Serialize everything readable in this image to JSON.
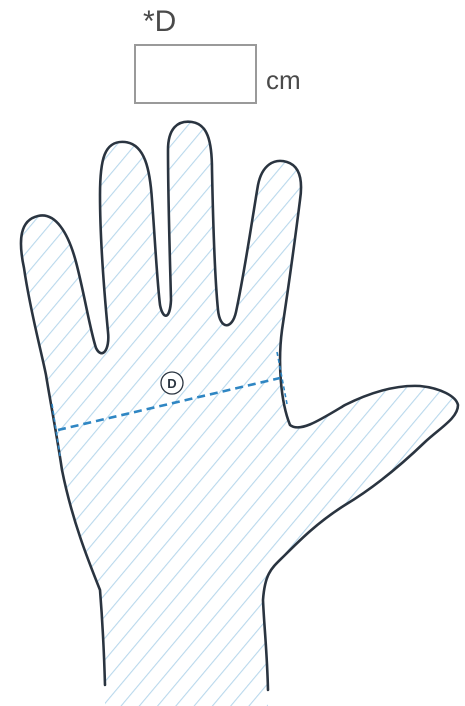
{
  "measurement": {
    "label": "*D",
    "input_value": "",
    "input_placeholder": "",
    "unit": "cm"
  },
  "diagram": {
    "marker_label": "D",
    "hatch_color": "#b9d8ec",
    "outline_color": "#2a3440",
    "measure_line_color": "#2f86c3"
  }
}
